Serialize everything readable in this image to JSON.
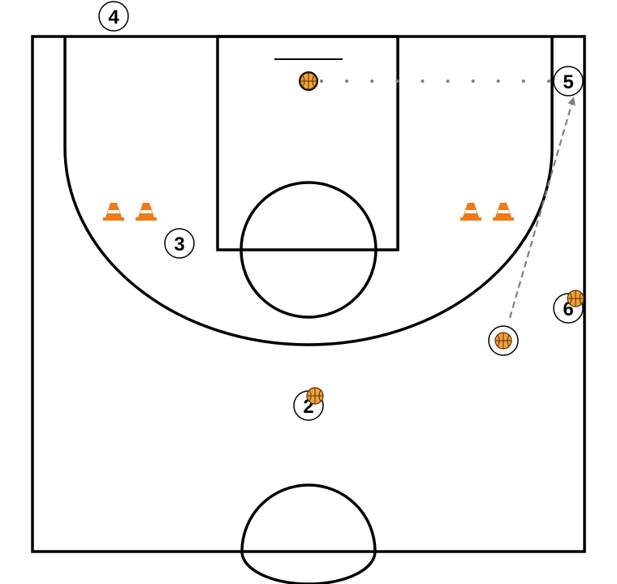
{
  "players": [
    {
      "label": "2"
    },
    {
      "label": "3"
    },
    {
      "label": "4"
    },
    {
      "label": "5"
    },
    {
      "label": "6"
    }
  ],
  "colors": {
    "court_line": "#000000",
    "ball": "#f0a23a",
    "ball_seam": "#5a3000",
    "cone": "#f07a1a",
    "cone_stripe": "#ffffff",
    "pass_line": "#808080",
    "background": "#ffffff"
  },
  "icons": {
    "ball": "basketball-icon",
    "cone": "traffic-cone-icon",
    "player": "player-circle"
  }
}
